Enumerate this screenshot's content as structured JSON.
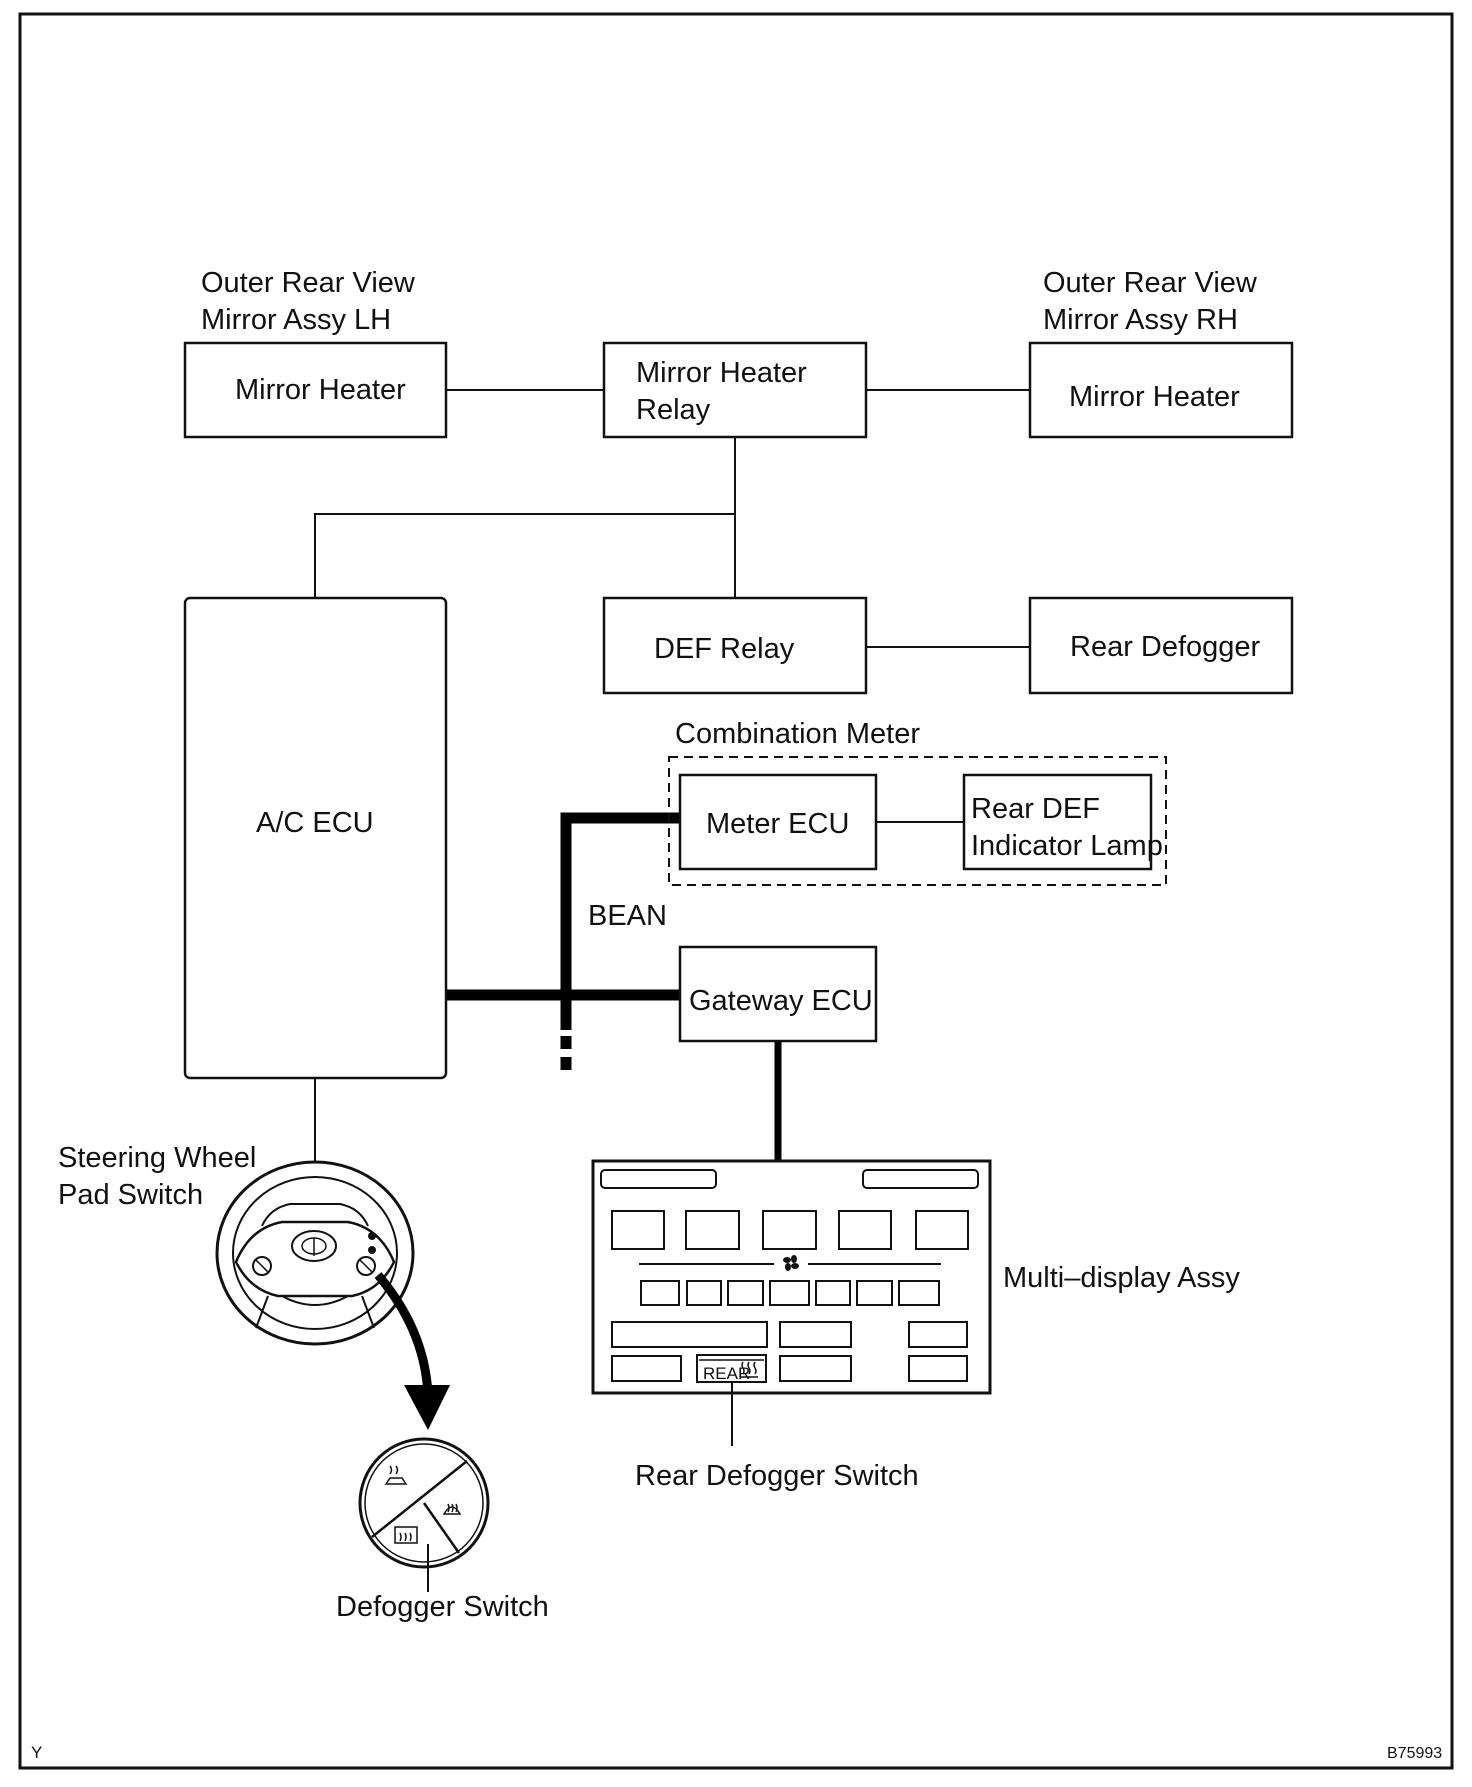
{
  "diagram": {
    "lh_mirror_title": [
      "Outer Rear View",
      "Mirror Assy LH"
    ],
    "rh_mirror_title": [
      "Outer Rear View",
      "Mirror Assy RH"
    ],
    "lh_mirror_heater": "Mirror Heater",
    "rh_mirror_heater": "Mirror Heater",
    "mirror_heater_relay": [
      "Mirror Heater",
      "Relay"
    ],
    "def_relay": "DEF Relay",
    "rear_defogger": "Rear Defogger",
    "ac_ecu": "A/C ECU",
    "combination_meter": "Combination Meter",
    "meter_ecu": "Meter ECU",
    "rear_def_indicator": [
      "Rear DEF",
      "Indicator Lamp"
    ],
    "bean": "BEAN",
    "gateway_ecu": "Gateway ECU",
    "multi_display": "Multi–display Assy",
    "rear_defogger_switch": "Rear Defogger Switch",
    "rear_button_text": "REAR",
    "steering_wheel_pad_switch": [
      "Steering Wheel",
      "Pad Switch"
    ],
    "defogger_switch": "Defogger Switch",
    "corner_left": "Y",
    "corner_right": "B75993"
  }
}
